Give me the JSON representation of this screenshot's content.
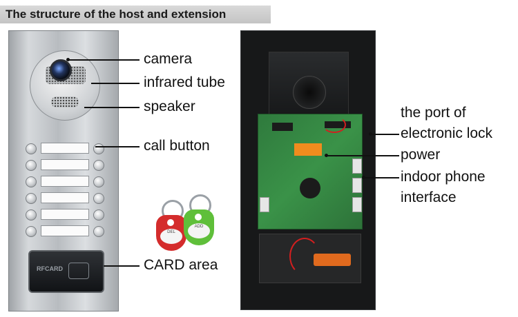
{
  "title": "The structure of the host and extension",
  "host_callouts": {
    "camera": "camera",
    "infrared_tube": "infrared tube",
    "speaker": "speaker",
    "call_button": "call button",
    "card_area": "CARD area"
  },
  "card_reader_text": "RFCARD",
  "tags": {
    "red": "DEL",
    "green": "ADD"
  },
  "extension_callouts": {
    "electronic_lock_line1": "the port of",
    "electronic_lock_line2": "electronic lock",
    "power": "power",
    "indoor_phone_line1": "indoor phone",
    "indoor_phone_line2": "interface"
  },
  "colors": {
    "tag_red": "#d42c2c",
    "tag_green": "#5fbf3a",
    "pcb_green": "#3a9248",
    "title_bar": "#cfcfcf"
  }
}
